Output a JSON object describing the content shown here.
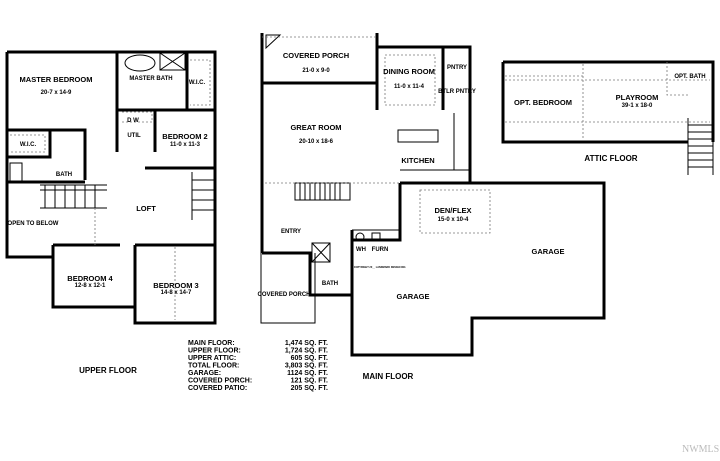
{
  "upper_floor": {
    "title": "UPPER FLOOR",
    "rooms": [
      {
        "name": "MASTER BEDROOM",
        "dims": "20-7 x 14-9"
      },
      {
        "name": "MASTER BATH",
        "dims": ""
      },
      {
        "name": "W.I.C.",
        "dims": ""
      },
      {
        "name": "D W",
        "dims": ""
      },
      {
        "name": "UTIL",
        "dims": ""
      },
      {
        "name": "BEDROOM 2",
        "dims": "11-0 x 11-3"
      },
      {
        "name": "W.I.C.",
        "dims": ""
      },
      {
        "name": "BATH",
        "dims": ""
      },
      {
        "name": "LOFT",
        "dims": ""
      },
      {
        "name": "OPEN TO BELOW",
        "dims": ""
      },
      {
        "name": "BEDROOM 4",
        "dims": "12-8 x 12-1"
      },
      {
        "name": "BEDROOM 3",
        "dims": "14-8 x 14-7"
      }
    ]
  },
  "main_floor": {
    "title": "MAIN FLOOR",
    "rooms": [
      {
        "name": "COVERED PORCH",
        "dims": "21-0 x 9-0"
      },
      {
        "name": "DINING ROOM",
        "dims": "11-0 x 11-4"
      },
      {
        "name": "PNTRY",
        "dims": ""
      },
      {
        "name": "BTLR PNTRY",
        "dims": ""
      },
      {
        "name": "GREAT ROOM",
        "dims": "20-10 x 18-6"
      },
      {
        "name": "KITCHEN",
        "dims": ""
      },
      {
        "name": "DEN/FLEX",
        "dims": "15-0 x 10-4"
      },
      {
        "name": "ENTRY",
        "dims": ""
      },
      {
        "name": "WH",
        "dims": ""
      },
      {
        "name": "FURN",
        "dims": ""
      },
      {
        "name": "BATH",
        "dims": ""
      },
      {
        "name": "COVERED PORCH",
        "dims": ""
      },
      {
        "name": "GARAGE",
        "dims": ""
      },
      {
        "name": "GARAGE",
        "dims": ""
      }
    ]
  },
  "attic_floor": {
    "title": "ATTIC FLOOR",
    "rooms": [
      {
        "name": "OPT. BEDROOM",
        "dims": ""
      },
      {
        "name": "PLAYROOM",
        "dims": "39-1 x 18-0"
      },
      {
        "name": "OPT. BATH",
        "dims": ""
      }
    ]
  },
  "square_footage": [
    {
      "label": "MAIN FLOOR:",
      "value": "1,474 SQ. FT."
    },
    {
      "label": "UPPER FLOOR:",
      "value": "1,724 SQ. FT."
    },
    {
      "label": "UPPER ATTIC:",
      "value": "605 SQ. FT."
    },
    {
      "label": "TOTAL FLOOR:",
      "value": "3,803 SQ. FT."
    },
    {
      "label": "GARAGE:",
      "value": "1124 SQ. FT."
    },
    {
      "label": "COVERED PORCH:",
      "value": "121 SQ. FT."
    },
    {
      "label": "COVERED PATIO:",
      "value": "205 SQ. FT."
    }
  ],
  "watermark": "NWMLS"
}
